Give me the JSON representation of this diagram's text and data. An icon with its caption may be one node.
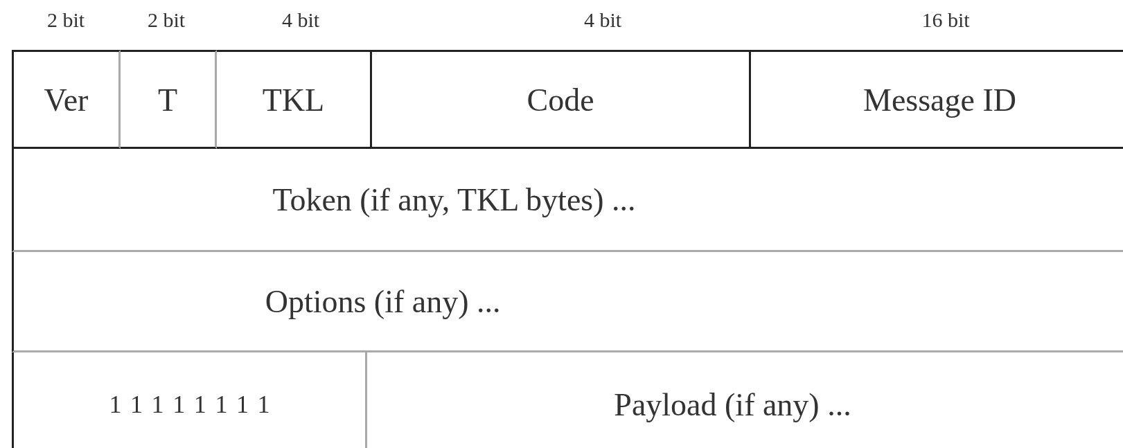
{
  "diagram": {
    "nodes": [
      {
        "text": [
          "Ver"
        ]
      },
      {
        "text": [
          "T"
        ]
      },
      {
        "text": [
          "TKL"
        ]
      },
      {
        "text": [
          "Code"
        ]
      },
      {
        "text": [
          "Message ID"
        ]
      },
      {
        "text": [
          "Token (if any, TKL bytes) ..."
        ]
      },
      {
        "text": [
          "Options (if any) ..."
        ]
      },
      {
        "text": [
          "1 1 1 1 1 1 1 1"
        ]
      },
      {
        "text": [
          "Payload (if any) ..."
        ]
      }
    ],
    "labels": [
      "2 bit",
      "2 bit",
      "4 bit",
      "4 bit",
      "16 bit"
    ]
  }
}
